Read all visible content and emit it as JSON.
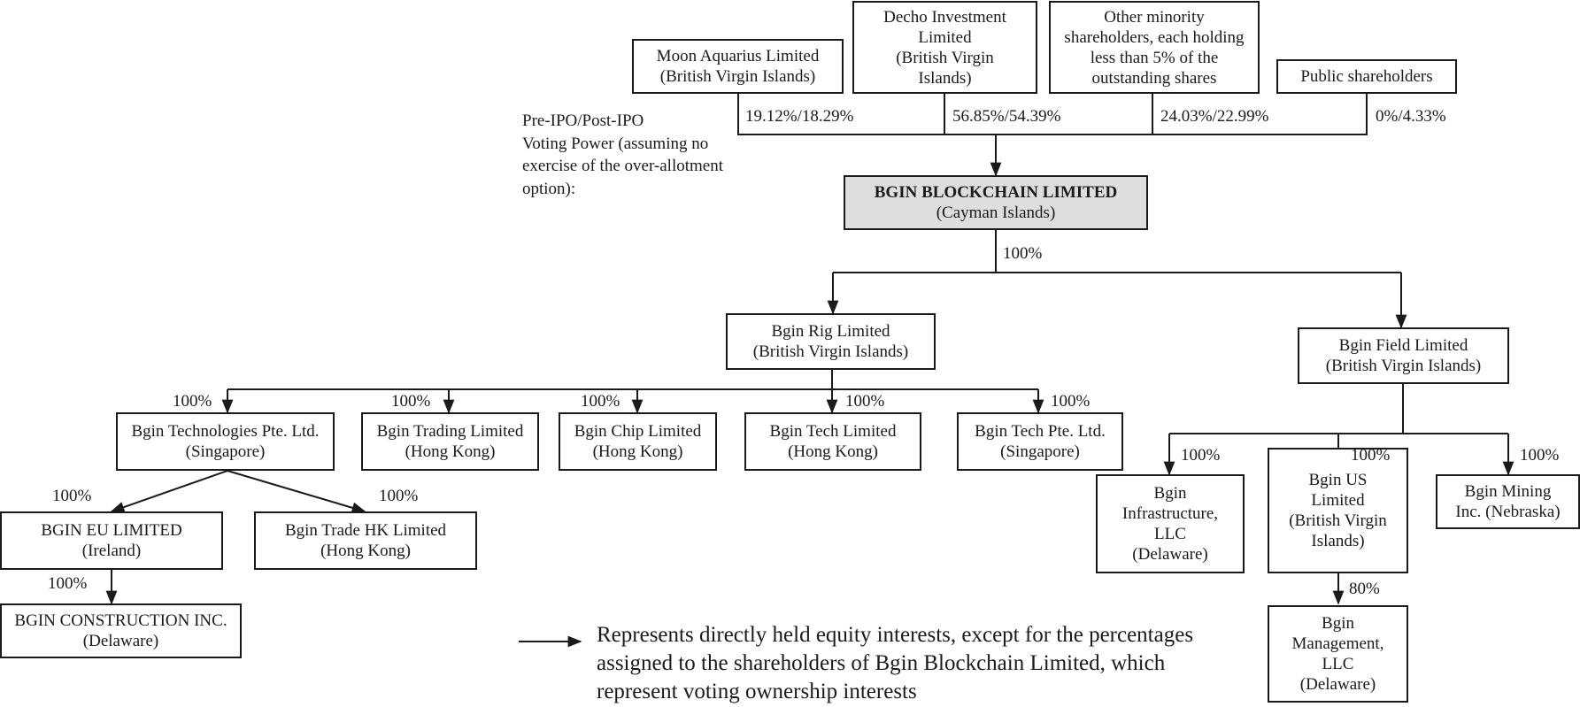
{
  "shareholders": {
    "moon": {
      "name": "Moon Aquarius Limited",
      "jurisdiction": "(British Virgin Islands)",
      "voting": "19.12%/18.29%"
    },
    "decho": {
      "lines": [
        "Decho Investment",
        "Limited",
        "(British Virgin",
        "Islands)"
      ],
      "voting": "56.85%/54.39%"
    },
    "minority": {
      "lines": [
        "Other minority",
        "shareholders, each holding",
        "less than 5% of the",
        "outstanding shares"
      ],
      "voting": "24.03%/22.99%"
    },
    "public": {
      "name": "Public shareholders",
      "voting": "0%/4.33%"
    }
  },
  "voting_note": [
    "Pre-IPO/Post-IPO",
    "Voting Power (assuming no",
    "exercise of the over-allotment",
    "option):"
  ],
  "company": {
    "name": "BGIN BLOCKCHAIN LIMITED",
    "jurisdiction": "(Cayman Islands)",
    "pct": "100%"
  },
  "rig": {
    "name": "Bgin Rig Limited",
    "jurisdiction": "(British Virgin Islands)"
  },
  "field": {
    "name": "Bgin Field Limited",
    "jurisdiction": "(British Virgin Islands)"
  },
  "rig_subs": [
    {
      "name": "Bgin Technologies Pte. Ltd.",
      "jurisdiction": "(Singapore)",
      "pct": "100%"
    },
    {
      "name": "Bgin Trading Limited",
      "jurisdiction": "(Hong Kong)",
      "pct": "100%"
    },
    {
      "name": "Bgin Chip Limited",
      "jurisdiction": "(Hong Kong)",
      "pct": "100%"
    },
    {
      "name": "Bgin Tech Limited",
      "jurisdiction": "(Hong Kong)",
      "pct": "100%"
    },
    {
      "name": "Bgin Tech Pte. Ltd.",
      "jurisdiction": "(Singapore)",
      "pct": "100%"
    }
  ],
  "tech_subs": [
    {
      "name": "BGIN EU LIMITED",
      "jurisdiction": "(Ireland)",
      "pct": "100%"
    },
    {
      "name": "Bgin Trade HK Limited",
      "jurisdiction": "(Hong Kong)",
      "pct": "100%"
    }
  ],
  "construction": {
    "name": "BGIN CONSTRUCTION INC.",
    "jurisdiction": "(Delaware)",
    "pct": "100%"
  },
  "field_subs": [
    {
      "lines": [
        "Bgin",
        "Infrastructure,",
        "LLC",
        "(Delaware)"
      ],
      "pct": "100%"
    },
    {
      "lines": [
        "Bgin US",
        "Limited",
        "(British Virgin",
        "Islands)"
      ],
      "pct": "100%"
    },
    {
      "lines": [
        "Bgin Mining",
        "Inc. (Nebraska)"
      ],
      "pct": "100%"
    }
  ],
  "management": {
    "lines": [
      "Bgin",
      "Management,",
      "LLC",
      "(Delaware)"
    ],
    "pct": "80%"
  },
  "legend": [
    "Represents directly held equity interests, except for the percentages",
    "assigned to the shareholders of Bgin Blockchain Limited, which",
    "represent voting ownership interests"
  ]
}
